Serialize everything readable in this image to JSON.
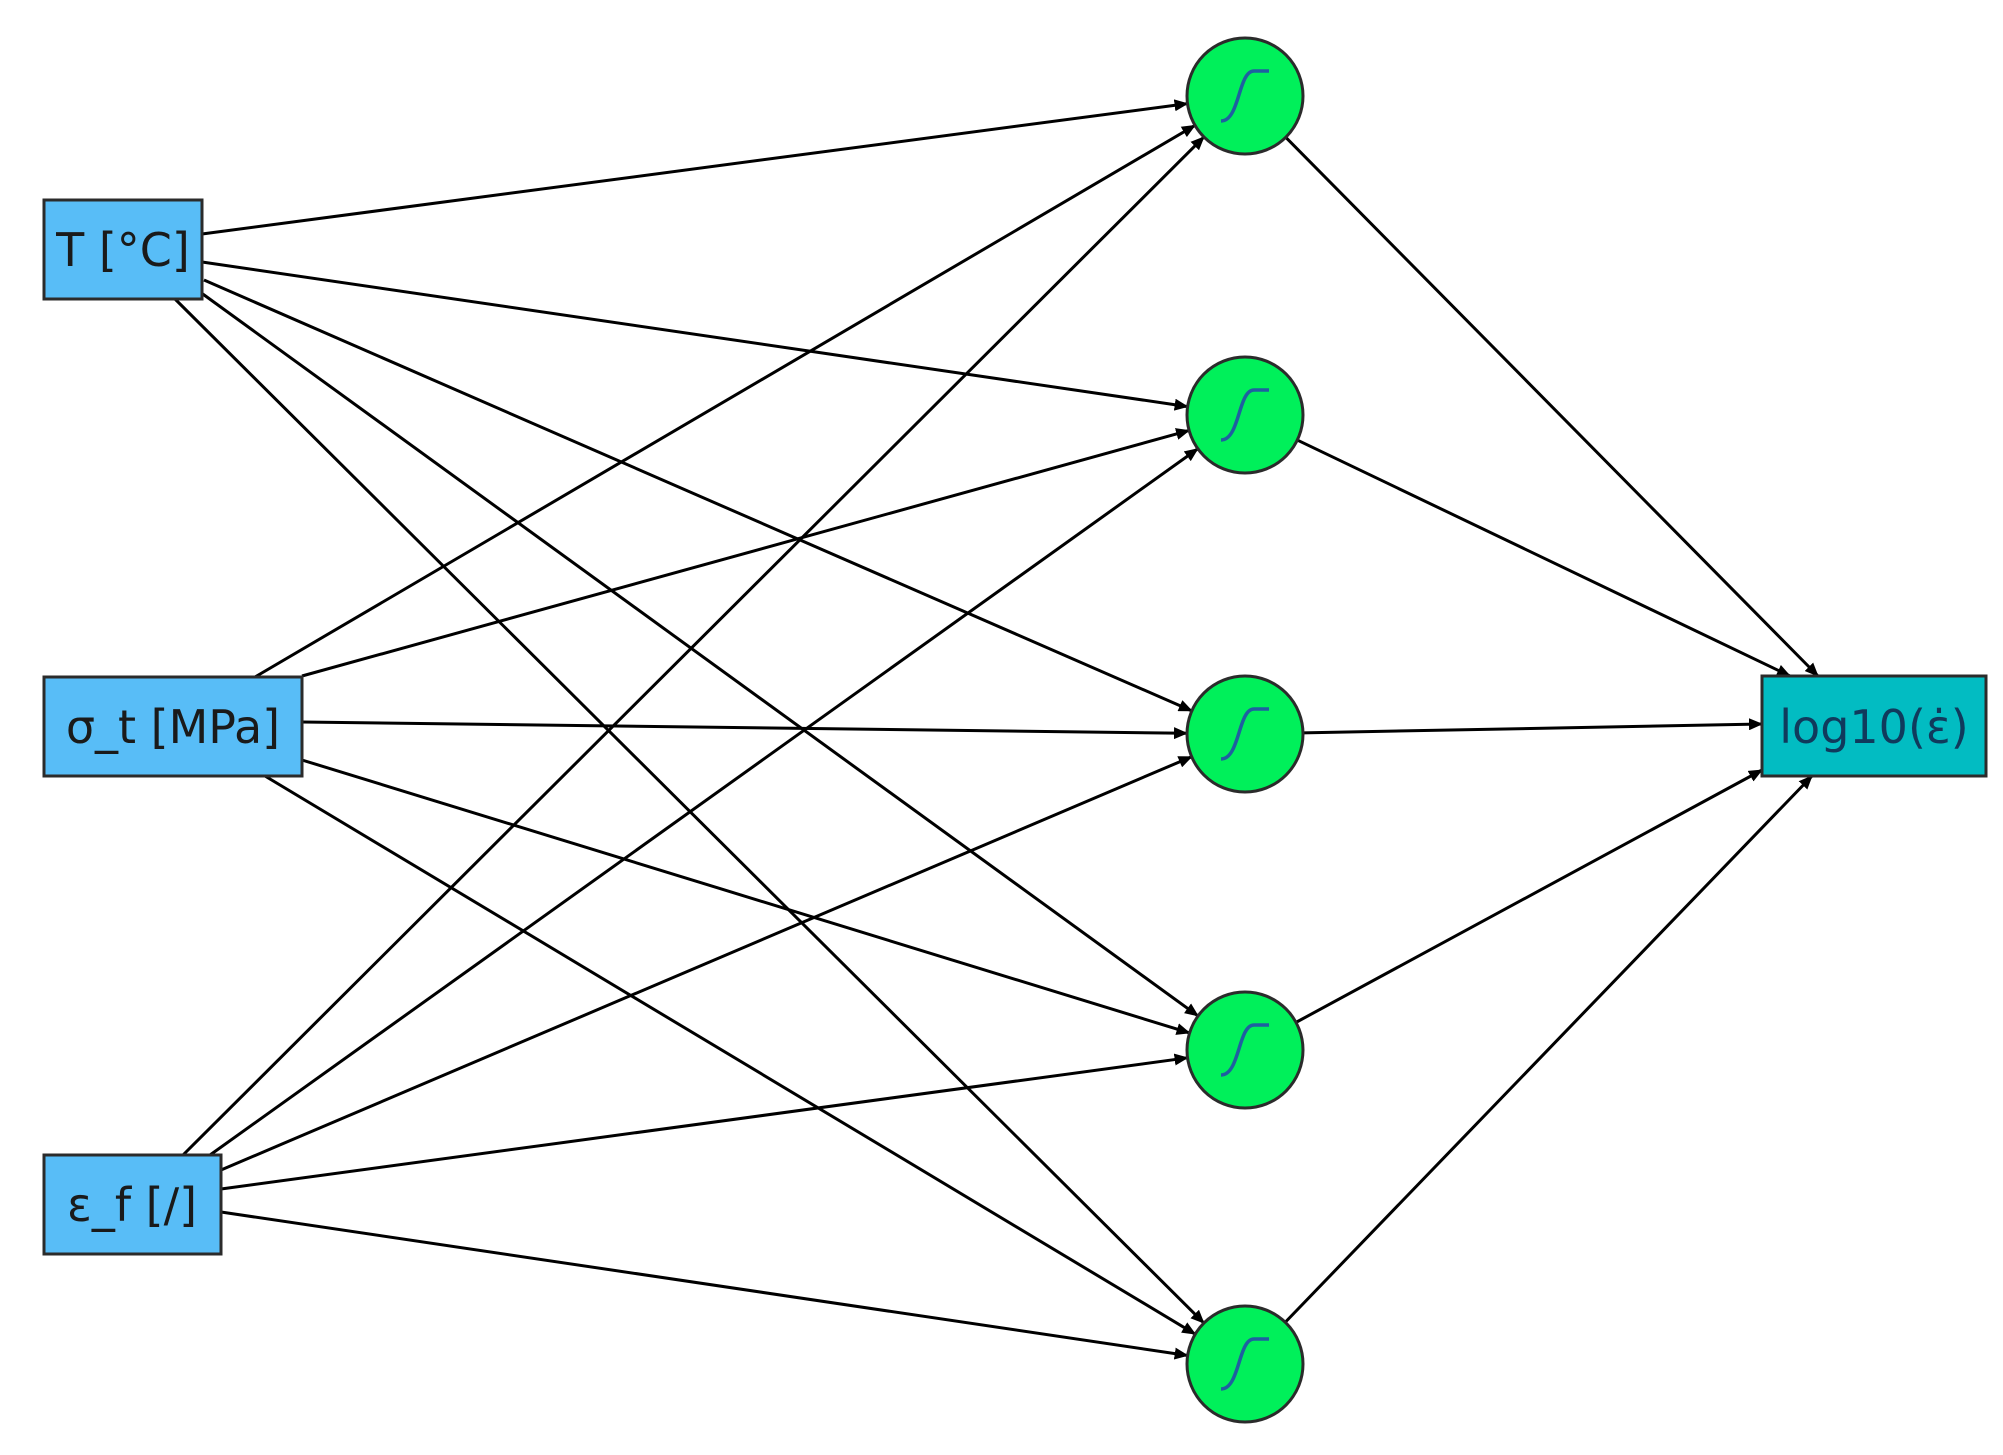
{
  "inputs": [
    {
      "id": "in-temperature",
      "label": "T [°C]"
    },
    {
      "id": "in-stress",
      "label": "σ_t [MPa]"
    },
    {
      "id": "in-strain",
      "label": "ε_f [/]"
    }
  ],
  "hidden": [
    {
      "id": "h1",
      "icon": "sigmoid-icon"
    },
    {
      "id": "h2",
      "icon": "sigmoid-icon"
    },
    {
      "id": "h3",
      "icon": "sigmoid-icon"
    },
    {
      "id": "h4",
      "icon": "sigmoid-icon"
    },
    {
      "id": "h5",
      "icon": "sigmoid-icon"
    }
  ],
  "output": {
    "id": "out",
    "label": "log10(ε̇)"
  },
  "colors": {
    "input_fill": "#58bdf7",
    "hidden_fill": "#00f05a",
    "output_fill": "#02bcc2",
    "edge": "#000000",
    "sigmoid_stroke": "#1f5fa0"
  }
}
